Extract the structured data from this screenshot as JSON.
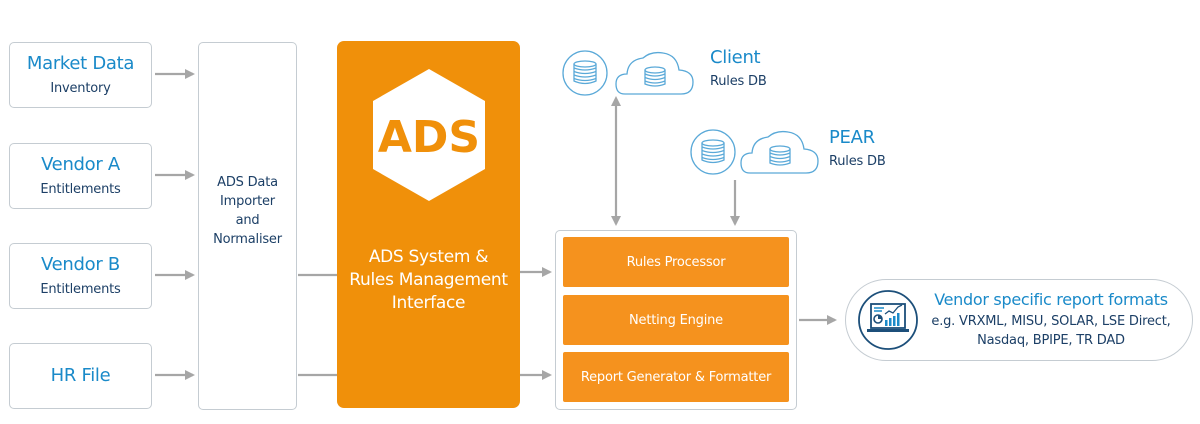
{
  "sources": [
    {
      "title": "Market Data",
      "subtitle": "Inventory"
    },
    {
      "title": "Vendor A",
      "subtitle": "Entitlements"
    },
    {
      "title": "Vendor B",
      "subtitle": "Entitlements"
    },
    {
      "title": "HR File",
      "subtitle": ""
    }
  ],
  "importer": {
    "label": "ADS Data\nImporter\nand\nNormaliser"
  },
  "ads": {
    "logo_text": "ADS",
    "caption": "ADS System &\nRules Management\nInterface"
  },
  "databases": [
    {
      "title": "Client",
      "subtitle": "Rules DB",
      "icons": [
        "database-icon",
        "cloud-database-icon"
      ]
    },
    {
      "title": "PEAR",
      "subtitle": "Rules DB",
      "icons": [
        "database-icon",
        "cloud-database-icon"
      ]
    }
  ],
  "processing": {
    "items": [
      "Rules Processor",
      "Netting Engine",
      "Report Generator & Formatter"
    ]
  },
  "output": {
    "icon": "laptop-analytics-icon",
    "title": "Vendor specific report formats",
    "subtitle": "e.g. VRXML, MISU, SOLAR, LSE Direct,\nNasdaq, BPIPE, TR DAD"
  },
  "colors": {
    "accent_orange": "#f0900a",
    "process_orange": "#f5921e",
    "title_blue": "#1a8ac9",
    "text_navy": "#1c3f66",
    "arrow_gray": "#a6a6a6",
    "border_gray": "#c5ccd2"
  }
}
